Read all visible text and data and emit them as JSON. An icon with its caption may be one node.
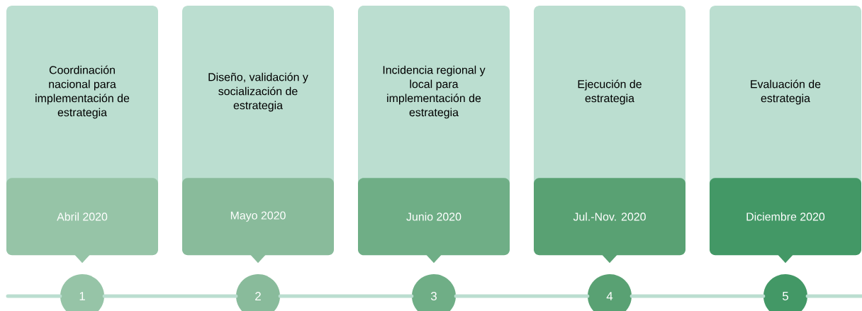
{
  "diagram": {
    "nodes": [
      {
        "text": [
          "Coordinación nacional para implementación de estrategia"
        ]
      },
      {
        "text": [
          "Abril 2020"
        ],
        "in": 0
      },
      {
        "text": [
          "1"
        ]
      },
      {
        "text": [
          "Diseño, validación y socialización de estrategia"
        ]
      },
      {
        "text": [
          "Mayo 2020"
        ],
        "in": 3
      },
      {
        "text": [
          "2"
        ]
      },
      {
        "text": [
          "Incidencia regional y local para implementación de estrategia"
        ]
      },
      {
        "text": [
          "Junio 2020"
        ],
        "in": 6
      },
      {
        "text": [
          "3"
        ]
      },
      {
        "text": [
          "Ejecución de estrategia"
        ]
      },
      {
        "text": [
          "Jul.-Nov. 2020"
        ],
        "in": 9
      },
      {
        "text": [
          "4"
        ]
      },
      {
        "text": [
          "Evaluación de estrategia"
        ]
      },
      {
        "text": [
          "Diciembre 2020"
        ],
        "in": 12
      },
      {
        "text": [
          "5"
        ]
      }
    ],
    "edges": [
      {
        "from": null,
        "to": 2,
        "arrow": "none"
      },
      {
        "from": 2,
        "to": 5,
        "arrow": "none"
      },
      {
        "from": 5,
        "to": 8,
        "arrow": "none"
      },
      {
        "from": 8,
        "to": 11,
        "arrow": "none"
      },
      {
        "from": 11,
        "to": 14,
        "arrow": "none"
      },
      {
        "from": 14,
        "to": null,
        "arrow": "none"
      }
    ]
  }
}
